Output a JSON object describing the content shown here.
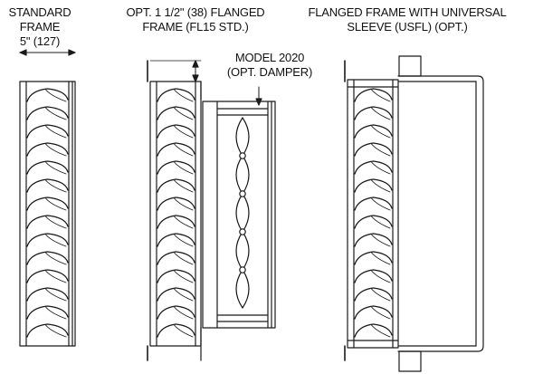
{
  "labels": {
    "standard_line1": "STANDARD",
    "standard_line2": "FRAME",
    "standard_dim": "5\" (127)",
    "flanged_line1": "OPT. 1 1/2\" (38) FLANGED",
    "flanged_line2": "FRAME (FL15 STD.)",
    "damper_line1": "MODEL 2020",
    "damper_line2": "(OPT. DAMPER)",
    "sleeve_line1": "FLANGED FRAME WITH UNIVERSAL",
    "sleeve_line2": "SLEEVE (USFL) (OPT.)"
  },
  "colors": {
    "ink": "#1a1a1a",
    "paper": "#ffffff"
  }
}
